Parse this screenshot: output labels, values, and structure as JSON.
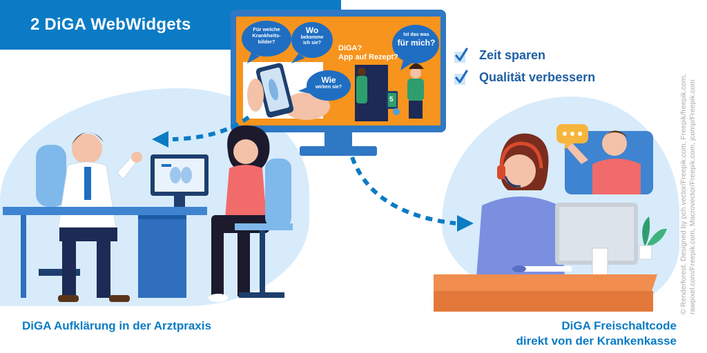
{
  "title": "2 DiGA WebWidgets",
  "checklist": [
    {
      "label": "Zeit sparen"
    },
    {
      "label": "Qualität verbessern"
    }
  ],
  "screen": {
    "bubble_1": [
      "Für welche",
      "Krankheits-",
      "bilder?"
    ],
    "bubble_2": [
      "Wo",
      "bekomme",
      "ich sie?"
    ],
    "bubble_3": [
      "Wie",
      "wirken sie?"
    ],
    "bubble_4": [
      "Ist das was",
      "für mich?"
    ],
    "heading_1": "DiGA?",
    "heading_2": "App auf Rezept?",
    "phone_badge": "5"
  },
  "captions": {
    "left": "DiGA Aufklärung in der Arztpraxis",
    "right_1": "DiGA Freischaltcode",
    "right_2": "direkt von der Krankenkasse"
  },
  "credit": {
    "line_1": "© Renderforest. Designed by pch.vector/Freepik.com, Freepik/freepik.com,",
    "line_2": "rawpixel.com/Freepik.com, Macrovector/Freepik.com, jcomp/Freepik.com"
  },
  "colors": {
    "brand_blue": "#0a7bc4",
    "text_blue": "#1f5fa3",
    "screen_orange": "#f7941d",
    "light_blue_bg": "#d7ebfb",
    "desk_orange": "#e8743b"
  },
  "icons": [
    "checkmark-icon",
    "chat-bubble-icon",
    "headset-icon",
    "lungs-icon"
  ]
}
